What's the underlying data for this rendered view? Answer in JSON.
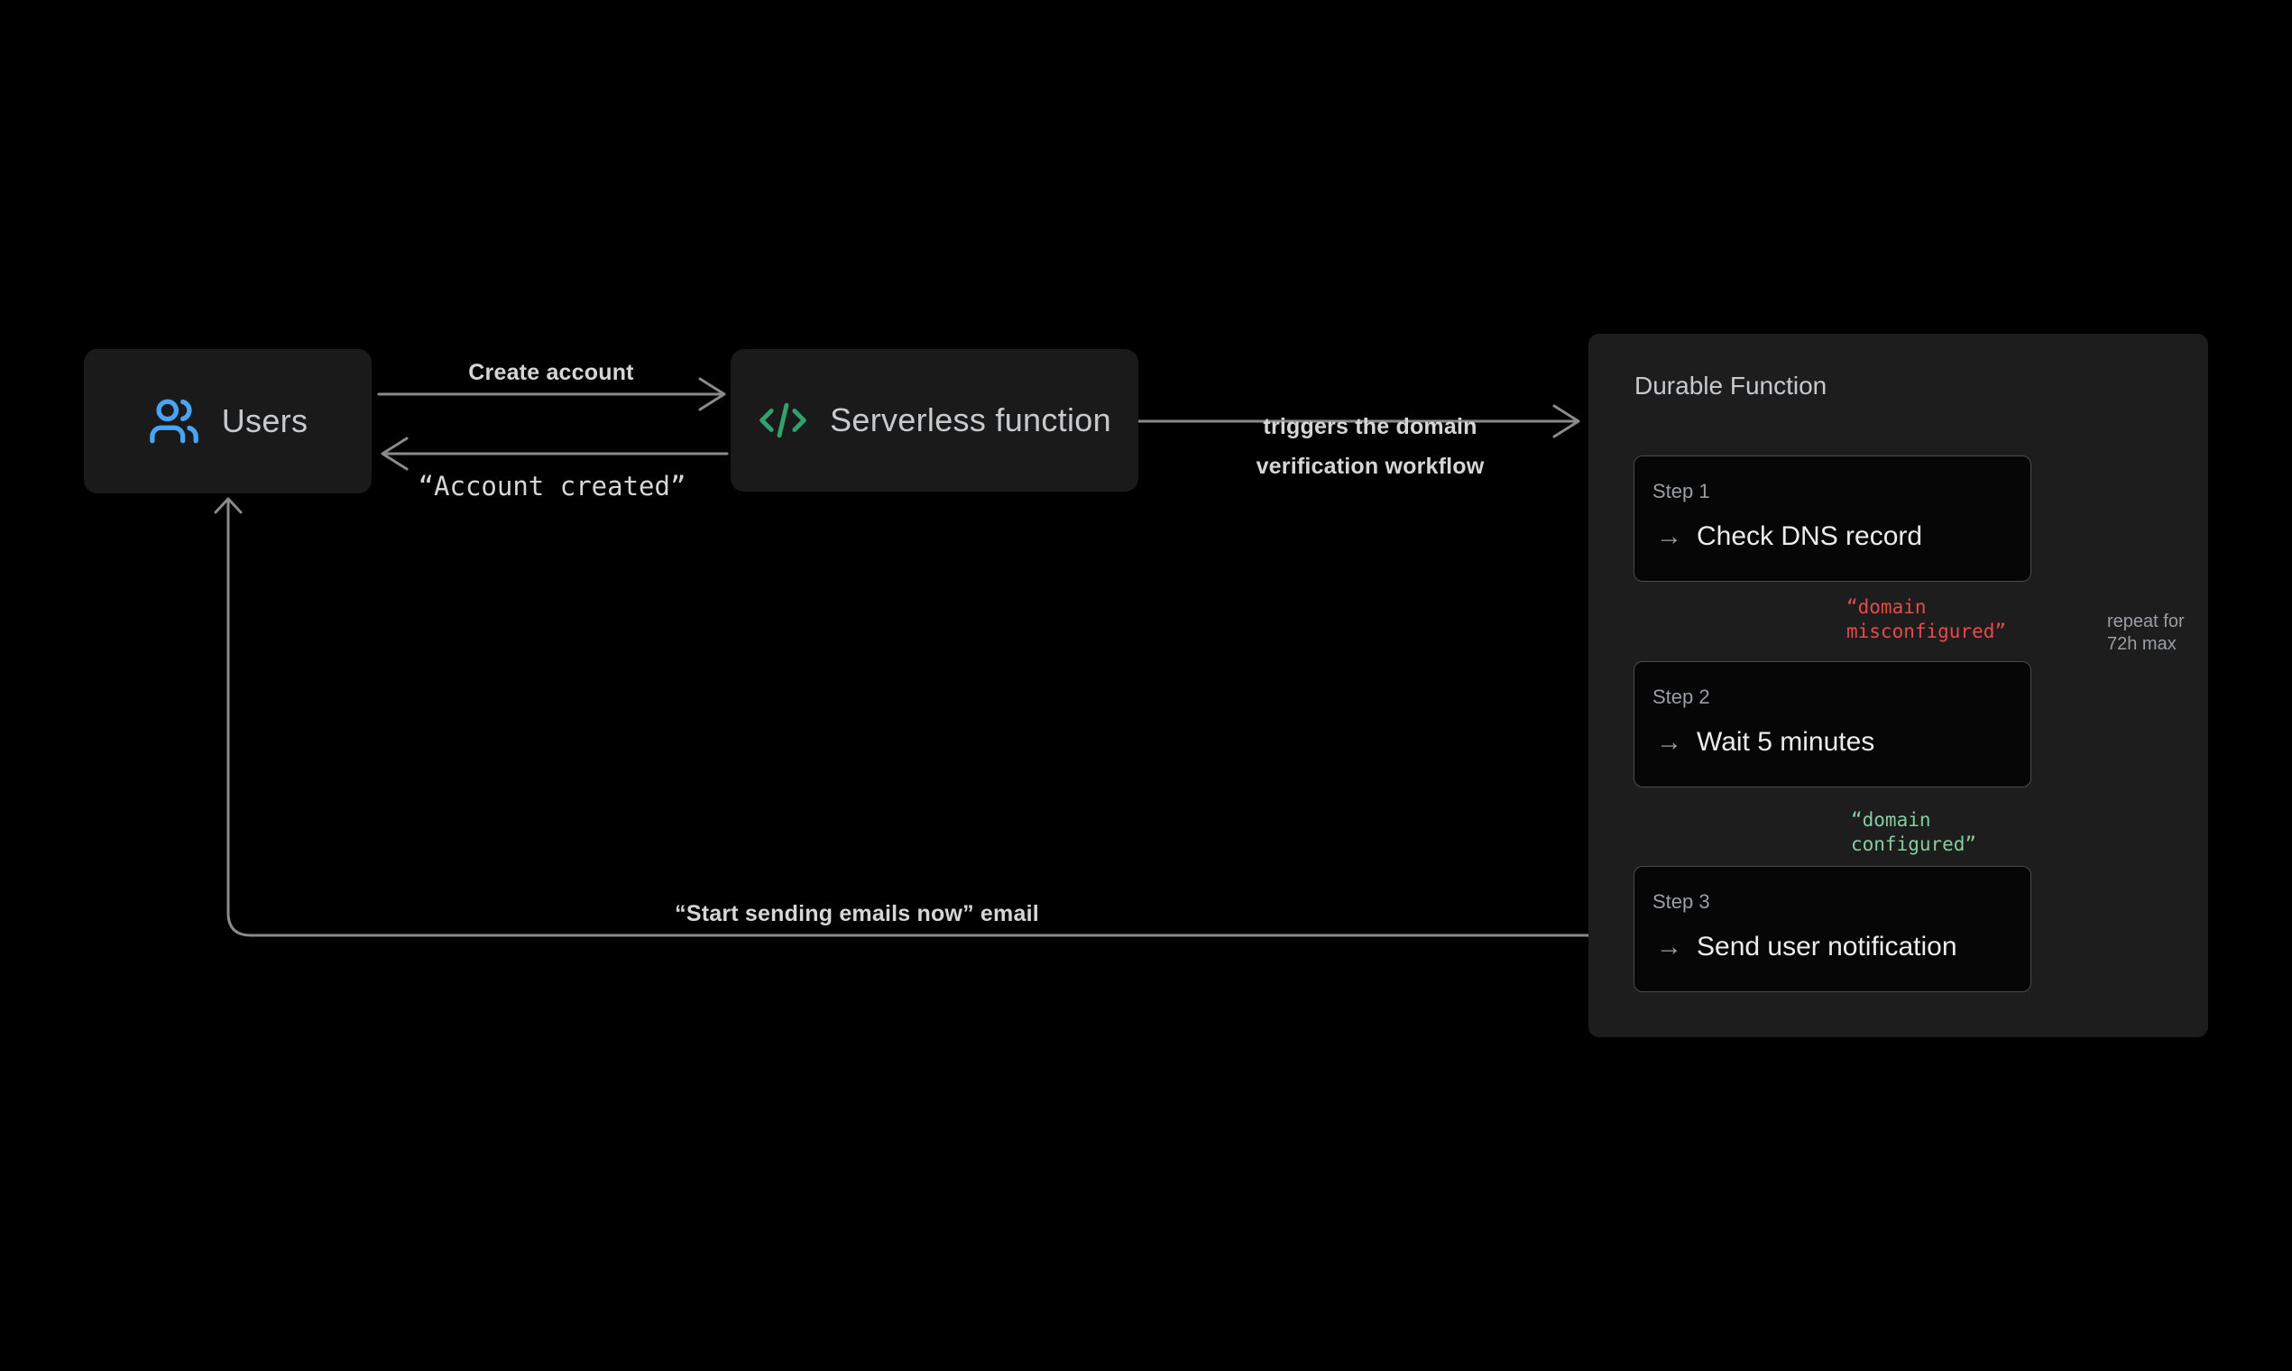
{
  "nodes": {
    "users": {
      "label": "Users",
      "icon": "users-icon"
    },
    "serverless": {
      "label": "Serverless function",
      "icon": "code-icon"
    },
    "durable": {
      "title": "Durable Function",
      "step_arrow": "→",
      "steps": [
        {
          "name": "Step 1",
          "action": "Check DNS record"
        },
        {
          "name": "Step 2",
          "action": "Wait 5 minutes"
        },
        {
          "name": "Step 3",
          "action": "Send user notification"
        }
      ]
    }
  },
  "edges": {
    "create_account": {
      "label": "Create account"
    },
    "account_created": {
      "label": "“Account created”"
    },
    "triggers": {
      "label_line1": "triggers the domain",
      "label_line2": "verification workflow"
    },
    "domain_misconfigured": {
      "label": "“domain\nmisconfigured”"
    },
    "domain_configured": {
      "label": "“domain\nconfigured”"
    },
    "repeat_loop": {
      "label": "repeat for\n72h max"
    },
    "start_sending": {
      "label": "“Start sending emails now” email"
    }
  },
  "colors": {
    "background": "#000000",
    "node_bg": "#1a1a1b",
    "panel_bg": "#1d1d1e",
    "step_bg": "#060607",
    "step_border": "#4a4a4a",
    "line": "#8a8a8a",
    "label_bright": "#d6d6d6",
    "text_primary": "#ececec",
    "text_secondary": "#9a9fa3",
    "node_label": "#c7c9cb",
    "accent_blue": "#4aa4f5",
    "accent_green": "#2fa26e",
    "msg_red": "#e8494b",
    "msg_green": "#84cda0"
  }
}
